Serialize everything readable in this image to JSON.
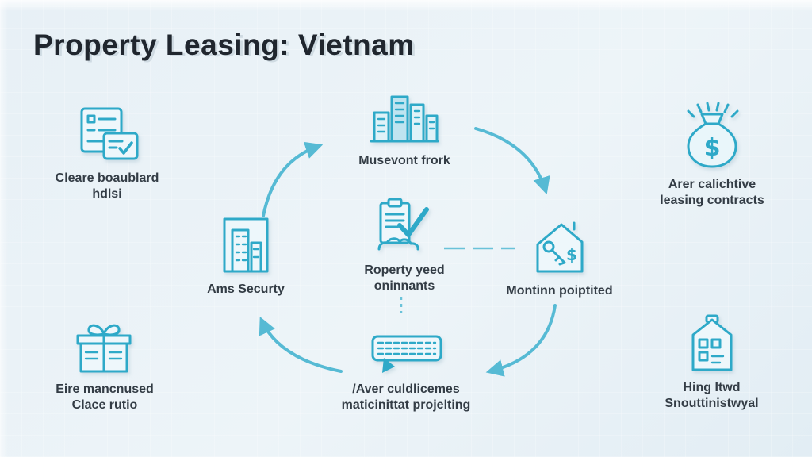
{
  "title": "Property Leasing: Vietnam",
  "colors": {
    "accent": "#2ea9c8",
    "arrow": "#4ab6d2",
    "text": "#333c45",
    "background": "#e9f1f6"
  },
  "nodes": {
    "checklist": {
      "icon": "checklist-icon",
      "line1": "Cleare boaublard",
      "line2": "hdlsi"
    },
    "city": {
      "icon": "city-buildings-icon",
      "line1": "Musevont frork"
    },
    "money_bag": {
      "icon": "money-bag-icon",
      "line1": "Arer calichtive",
      "line2": "leasing contracts"
    },
    "building": {
      "icon": "office-building-icon",
      "line1": "Ams Securty"
    },
    "clipboard": {
      "icon": "clipboard-check-icon",
      "line1": "Roperty yeed",
      "line2": "oninnants"
    },
    "house_key": {
      "icon": "house-key-icon",
      "line1": "Montinn poiptited"
    },
    "gift_box": {
      "icon": "gift-box-icon",
      "line1": "Eire mancnused",
      "line2": "Clace rutio"
    },
    "keyboard": {
      "icon": "keyboard-cursor-icon",
      "line1": "/Aver culdlicemes",
      "line2": "maticinittat projelting"
    },
    "house_doc": {
      "icon": "house-document-icon",
      "line1": "Hing Itwd",
      "line2": "Snouttinistwyal"
    }
  }
}
